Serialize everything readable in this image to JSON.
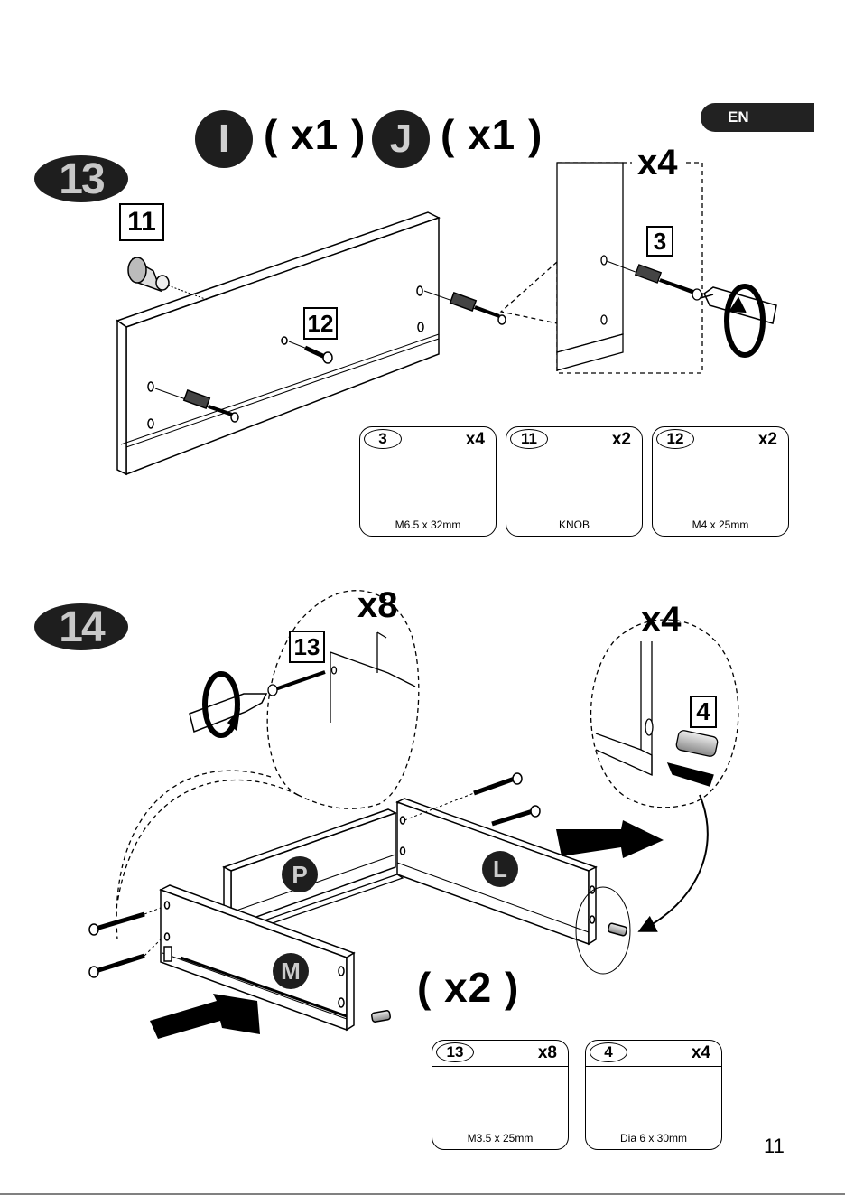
{
  "language_tab": "EN",
  "page_number": "11",
  "step13": {
    "number": "13",
    "parts": [
      {
        "letter": "I",
        "qty": "( x1 )"
      },
      {
        "letter": "J",
        "qty": "( x1 )"
      }
    ],
    "multiplier": "x4",
    "callouts": {
      "knob": "11",
      "screw": "12",
      "cam_bolt": "3"
    },
    "hardware": [
      {
        "id": "3",
        "qty": "x4",
        "caption": "M6.5 x 32mm"
      },
      {
        "id": "11",
        "qty": "x2",
        "caption": "KNOB"
      },
      {
        "id": "12",
        "qty": "x2",
        "caption": "M4 x 25mm"
      }
    ]
  },
  "step14": {
    "number": "14",
    "screw_multiplier": "x8",
    "dowel_multiplier": "x4",
    "callouts": {
      "screw": "13",
      "dowel": "4"
    },
    "panels": {
      "p": "P",
      "l": "L",
      "m": "M"
    },
    "repeat": "( x2 )",
    "hardware": [
      {
        "id": "13",
        "qty": "x8",
        "caption": "M3.5 x 25mm"
      },
      {
        "id": "4",
        "qty": "x4",
        "caption": "Dia 6 x 30mm"
      }
    ]
  }
}
